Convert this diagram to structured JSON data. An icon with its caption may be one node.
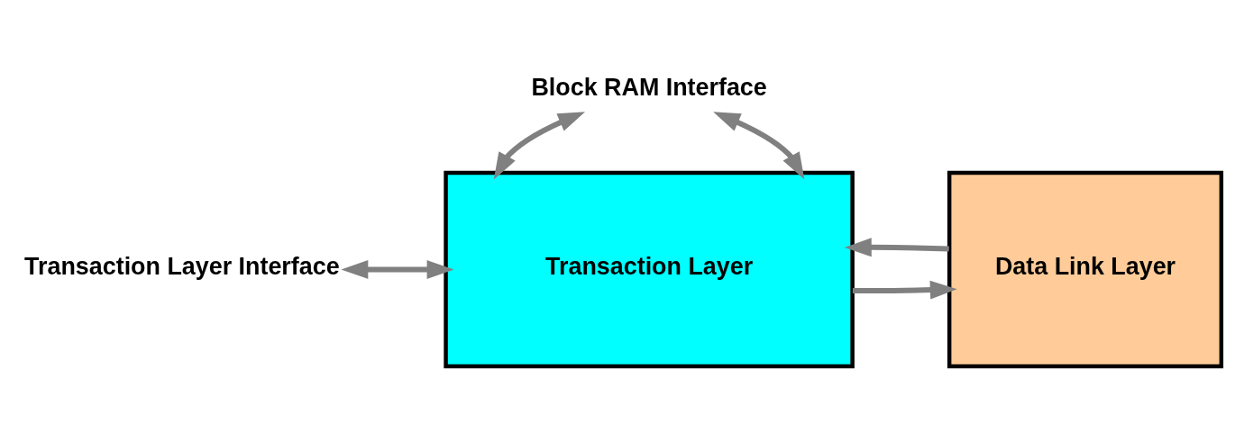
{
  "diagram": {
    "nodes": [
      {
        "text": [
          "Block RAM Interface"
        ]
      },
      {
        "text": [
          "Transaction Layer Interface"
        ]
      },
      {
        "text": [
          "Transaction Layer"
        ]
      },
      {
        "text": [
          "Data Link Layer"
        ]
      }
    ],
    "edges": [
      {
        "from": 0,
        "to": 2,
        "arrow": "both"
      },
      {
        "from": 0,
        "to": 2,
        "arrow": "both"
      },
      {
        "from": 1,
        "to": 2,
        "arrow": "both"
      },
      {
        "from": 2,
        "to": 3,
        "arrow": "to"
      },
      {
        "from": 3,
        "to": 2,
        "arrow": "to"
      }
    ]
  }
}
